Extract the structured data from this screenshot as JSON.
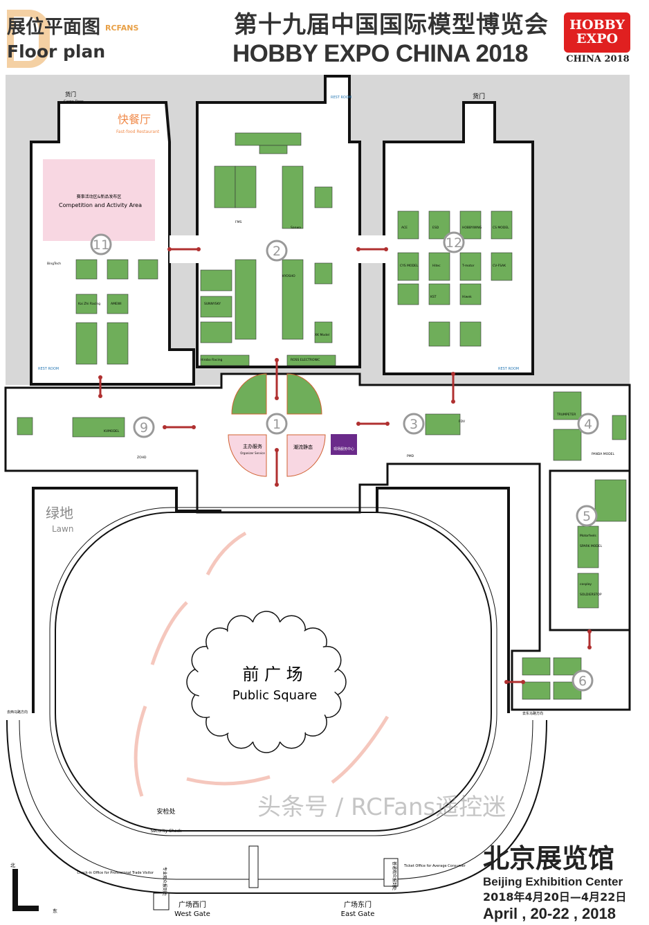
{
  "header": {
    "floor_plan_cn": "展位平面图",
    "floor_plan_en": "Floor plan",
    "title_cn": "第十九届中国国际模型博览会",
    "title_en": "HOBBY EXPO CHINA 2018",
    "logo_text": "HOBBY EXPO",
    "logo_sub": "CHINA 2018",
    "watermark": "RCFANS"
  },
  "colors": {
    "booth": "#6fae5a",
    "pink": "#f8d7e2",
    "arrow": "#b03030",
    "purple": "#6a2a8a",
    "gray": "#d7d7d7",
    "brand_red": "#e02020"
  },
  "areas": {
    "cargo_door_cn": "货门",
    "cargo_door_en": "Cargo Door",
    "restaurant_cn": "快餐厅",
    "restaurant_en": "Fast-food Restaurant",
    "competition_cn": "赛事活动区&新品发布区",
    "competition_en": "Competition and Activity Area",
    "rest_room": "REST ROOM",
    "organizer_cn": "主办服务",
    "organizer_en": "Organizer Service",
    "static_cn": "潮流静态",
    "onsite_service_cn": "现场服务中心",
    "lawn_cn": "绿地",
    "lawn_en": "Lawn",
    "square_cn": "前 广 场",
    "square_en": "Public Square",
    "security_cn": "安检处",
    "security_en": "Security Check",
    "checkin_pro_cn": "专业观众报到处",
    "checkin_pro_en": "Check-in Office for Professional Trade Visitor",
    "ticket_cn": "普通观众报到处",
    "ticket_en": "Ticket Office for Average Consumer",
    "west_gate_cn": "广场西门",
    "west_gate_en": "West Gate",
    "east_gate_cn": "广场东门",
    "east_gate_en": "East Gate",
    "west_direction": "去西马路方向",
    "east_direction": "去东马路方向",
    "north": "北",
    "east": "东"
  },
  "halls": [
    "1",
    "2",
    "3",
    "4",
    "5",
    "6",
    "9",
    "11",
    "12"
  ],
  "exhibitors": [
    "Hirobo Racing",
    "ROSS ELECTRONIC",
    "TRUMPETER",
    "PANDA MODEL",
    "ACE",
    "ESD",
    "HOBBYWING",
    "CS MODEL",
    "CYS MODEL",
    "Hitec",
    "T-motor",
    "CV-FSAK",
    "KST",
    "Hiwek",
    "SPARK MODEL",
    "Motorfeels",
    "SOLDIERSTOP",
    "cosplay",
    "KYOSHO",
    "SUNNYSKY",
    "FMS",
    "Sanwa",
    "XK Model",
    "FDV",
    "PMD",
    "BingTech",
    "Kai Zhi Racing",
    "AMEWI",
    "KVMODEL",
    "ZOHD"
  ],
  "footer": {
    "venue_cn": "北京展览馆",
    "venue_en": "Beijing Exhibition Center",
    "date_cn": "2018年4月20日—4月22日",
    "date_en": "April , 20-22 , 2018",
    "watermark": "头条号 / RCFans遥控迷"
  }
}
